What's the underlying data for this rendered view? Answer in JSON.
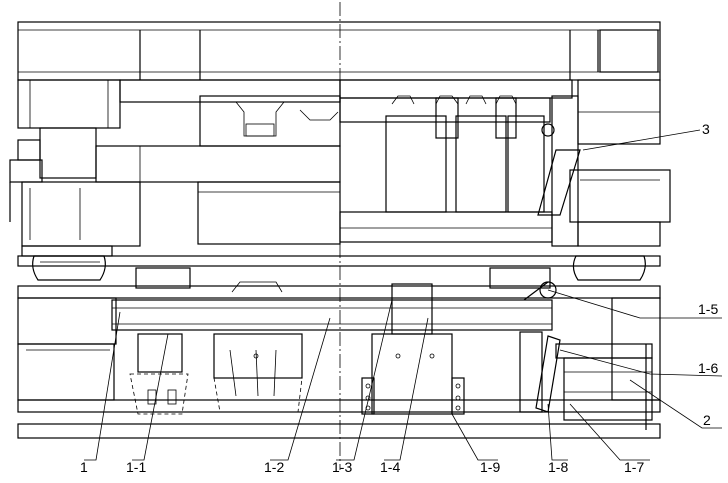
{
  "labels": {
    "l3": "3",
    "l1_5": "1-5",
    "l1_6": "1-6",
    "l2": "2",
    "l1_7": "1-7",
    "l1_8": "1-8",
    "l1_9": "1-9",
    "l1_4": "1-4",
    "l1_3": "1-3",
    "l1_2": "1-2",
    "l1_1": "1-1",
    "l1": "1"
  }
}
